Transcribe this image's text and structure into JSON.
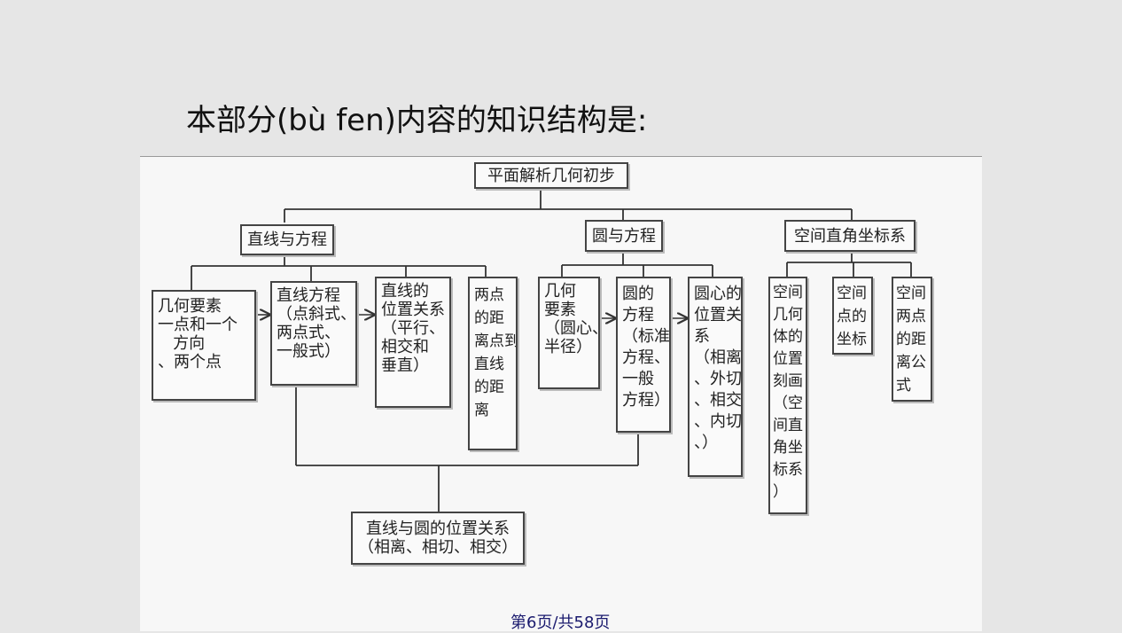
{
  "slide": {
    "title": "本部分(bù fen)内容的知识结构是:",
    "footer": "第6页/共58页"
  },
  "diagram": {
    "root": "平面解析几何初步",
    "branch_line": "直线与方程",
    "branch_circle": "圆与方程",
    "branch_space": "空间直角坐标系",
    "line_elements": "几何要素\n一点和一个\n   方向\n、两个点",
    "line_equation": "直线方程\n（点斜式、\n两点式、\n一般式）",
    "line_position": "直线的\n位置关系\n（平行、\n相交和\n垂直）",
    "line_distance": "两点\n的距\n离点到\n直线\n的距\n离",
    "circle_elements": "几何\n要素\n（圆心、\n半径）",
    "circle_equation": "圆的\n方程\n（标准\n方程、\n一般\n方程）",
    "circle_position": "圆心的\n位置关\n系\n（相离\n、外切\n、相交\n、内切\n、）",
    "space_figure": "空间\n几何\n体的\n位置\n刻画\n（空\n间直\n角坐\n标系\n）",
    "space_point": "空间\n点的\n坐标",
    "space_distance": "空间\n两点\n的距\n离公\n式",
    "line_circle_relation": "直线与圆的位置关系\n（相离、相切、相交）"
  }
}
